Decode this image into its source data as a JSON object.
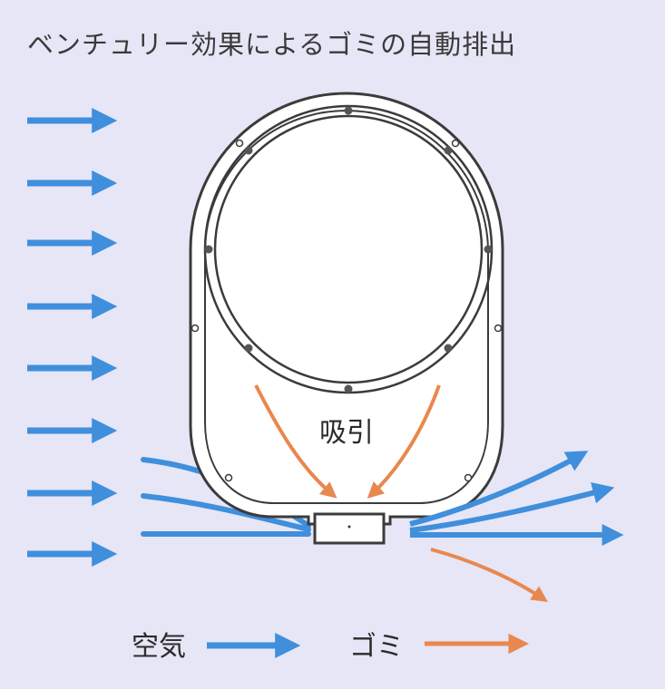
{
  "title": "ベンチュリー効果によるゴミの自動排出",
  "suction_label": "吸引",
  "legend": {
    "air_label": "空気",
    "dust_label": "ゴミ"
  },
  "colors": {
    "background": "#e6e6f6",
    "air_arrow": "#3f8fdc",
    "dust_arrow": "#e8884e",
    "housing_stroke": "#3b3b3b",
    "housing_fill": "#ffffff"
  },
  "icons": [
    "air-flow-arrow",
    "dust-flow-arrow",
    "fan-housing",
    "suction-arrow"
  ]
}
